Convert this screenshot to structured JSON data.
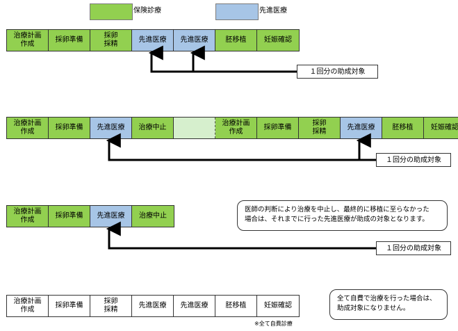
{
  "legend": {
    "insured_label": "保険診療",
    "advanced_label": "先進医療",
    "insured_color": "#92d050",
    "advanced_color": "#a7c5e6"
  },
  "flows": [
    {
      "cells": [
        {
          "text": "治療計画\n作成",
          "kind": "green"
        },
        {
          "text": "採卵準備",
          "kind": "green"
        },
        {
          "text": "採卵\n採精",
          "kind": "green"
        },
        {
          "text": "先進医療",
          "kind": "blue"
        },
        {
          "text": "先進医療",
          "kind": "blue"
        },
        {
          "text": "胚移植",
          "kind": "green"
        },
        {
          "text": "妊娠確認",
          "kind": "green"
        }
      ],
      "subsidy_label": "１回分の助成対象"
    },
    {
      "cells": [
        {
          "text": "治療計画\n作成",
          "kind": "green"
        },
        {
          "text": "採卵準備",
          "kind": "green"
        },
        {
          "text": "先進医療",
          "kind": "blue"
        },
        {
          "text": "治療中止",
          "kind": "green"
        },
        {
          "text": "",
          "kind": "gap"
        },
        {
          "text": "治療計画\n作成",
          "kind": "green"
        },
        {
          "text": "採卵準備",
          "kind": "green"
        },
        {
          "text": "採卵\n採精",
          "kind": "green"
        },
        {
          "text": "先進医療",
          "kind": "blue"
        },
        {
          "text": "胚移植",
          "kind": "green"
        },
        {
          "text": "妊娠確認",
          "kind": "green"
        }
      ],
      "subsidy_label": "１回分の助成対象"
    },
    {
      "cells": [
        {
          "text": "治療計画\n作成",
          "kind": "green"
        },
        {
          "text": "採卵準備",
          "kind": "green"
        },
        {
          "text": "先進医療",
          "kind": "blue"
        },
        {
          "text": "治療中止",
          "kind": "green"
        }
      ],
      "subsidy_label": "１回分の助成対象",
      "note": "医師の判断により治療を中止し、最終的に移植に至らなかった\n場合は、それまでに行った先進医療が助成の対象となります。"
    },
    {
      "cells": [
        {
          "text": "治療計画\n作成",
          "kind": "white"
        },
        {
          "text": "採卵準備",
          "kind": "white"
        },
        {
          "text": "採卵\n採精",
          "kind": "white"
        },
        {
          "text": "先進医療",
          "kind": "white"
        },
        {
          "text": "先進医療",
          "kind": "white"
        },
        {
          "text": "胚移植",
          "kind": "white"
        },
        {
          "text": "妊娠確認",
          "kind": "white"
        }
      ],
      "footnote": "※全て自費診療",
      "note": "全て自費で治療を行った場合は、\n助成対象になりません。"
    }
  ]
}
